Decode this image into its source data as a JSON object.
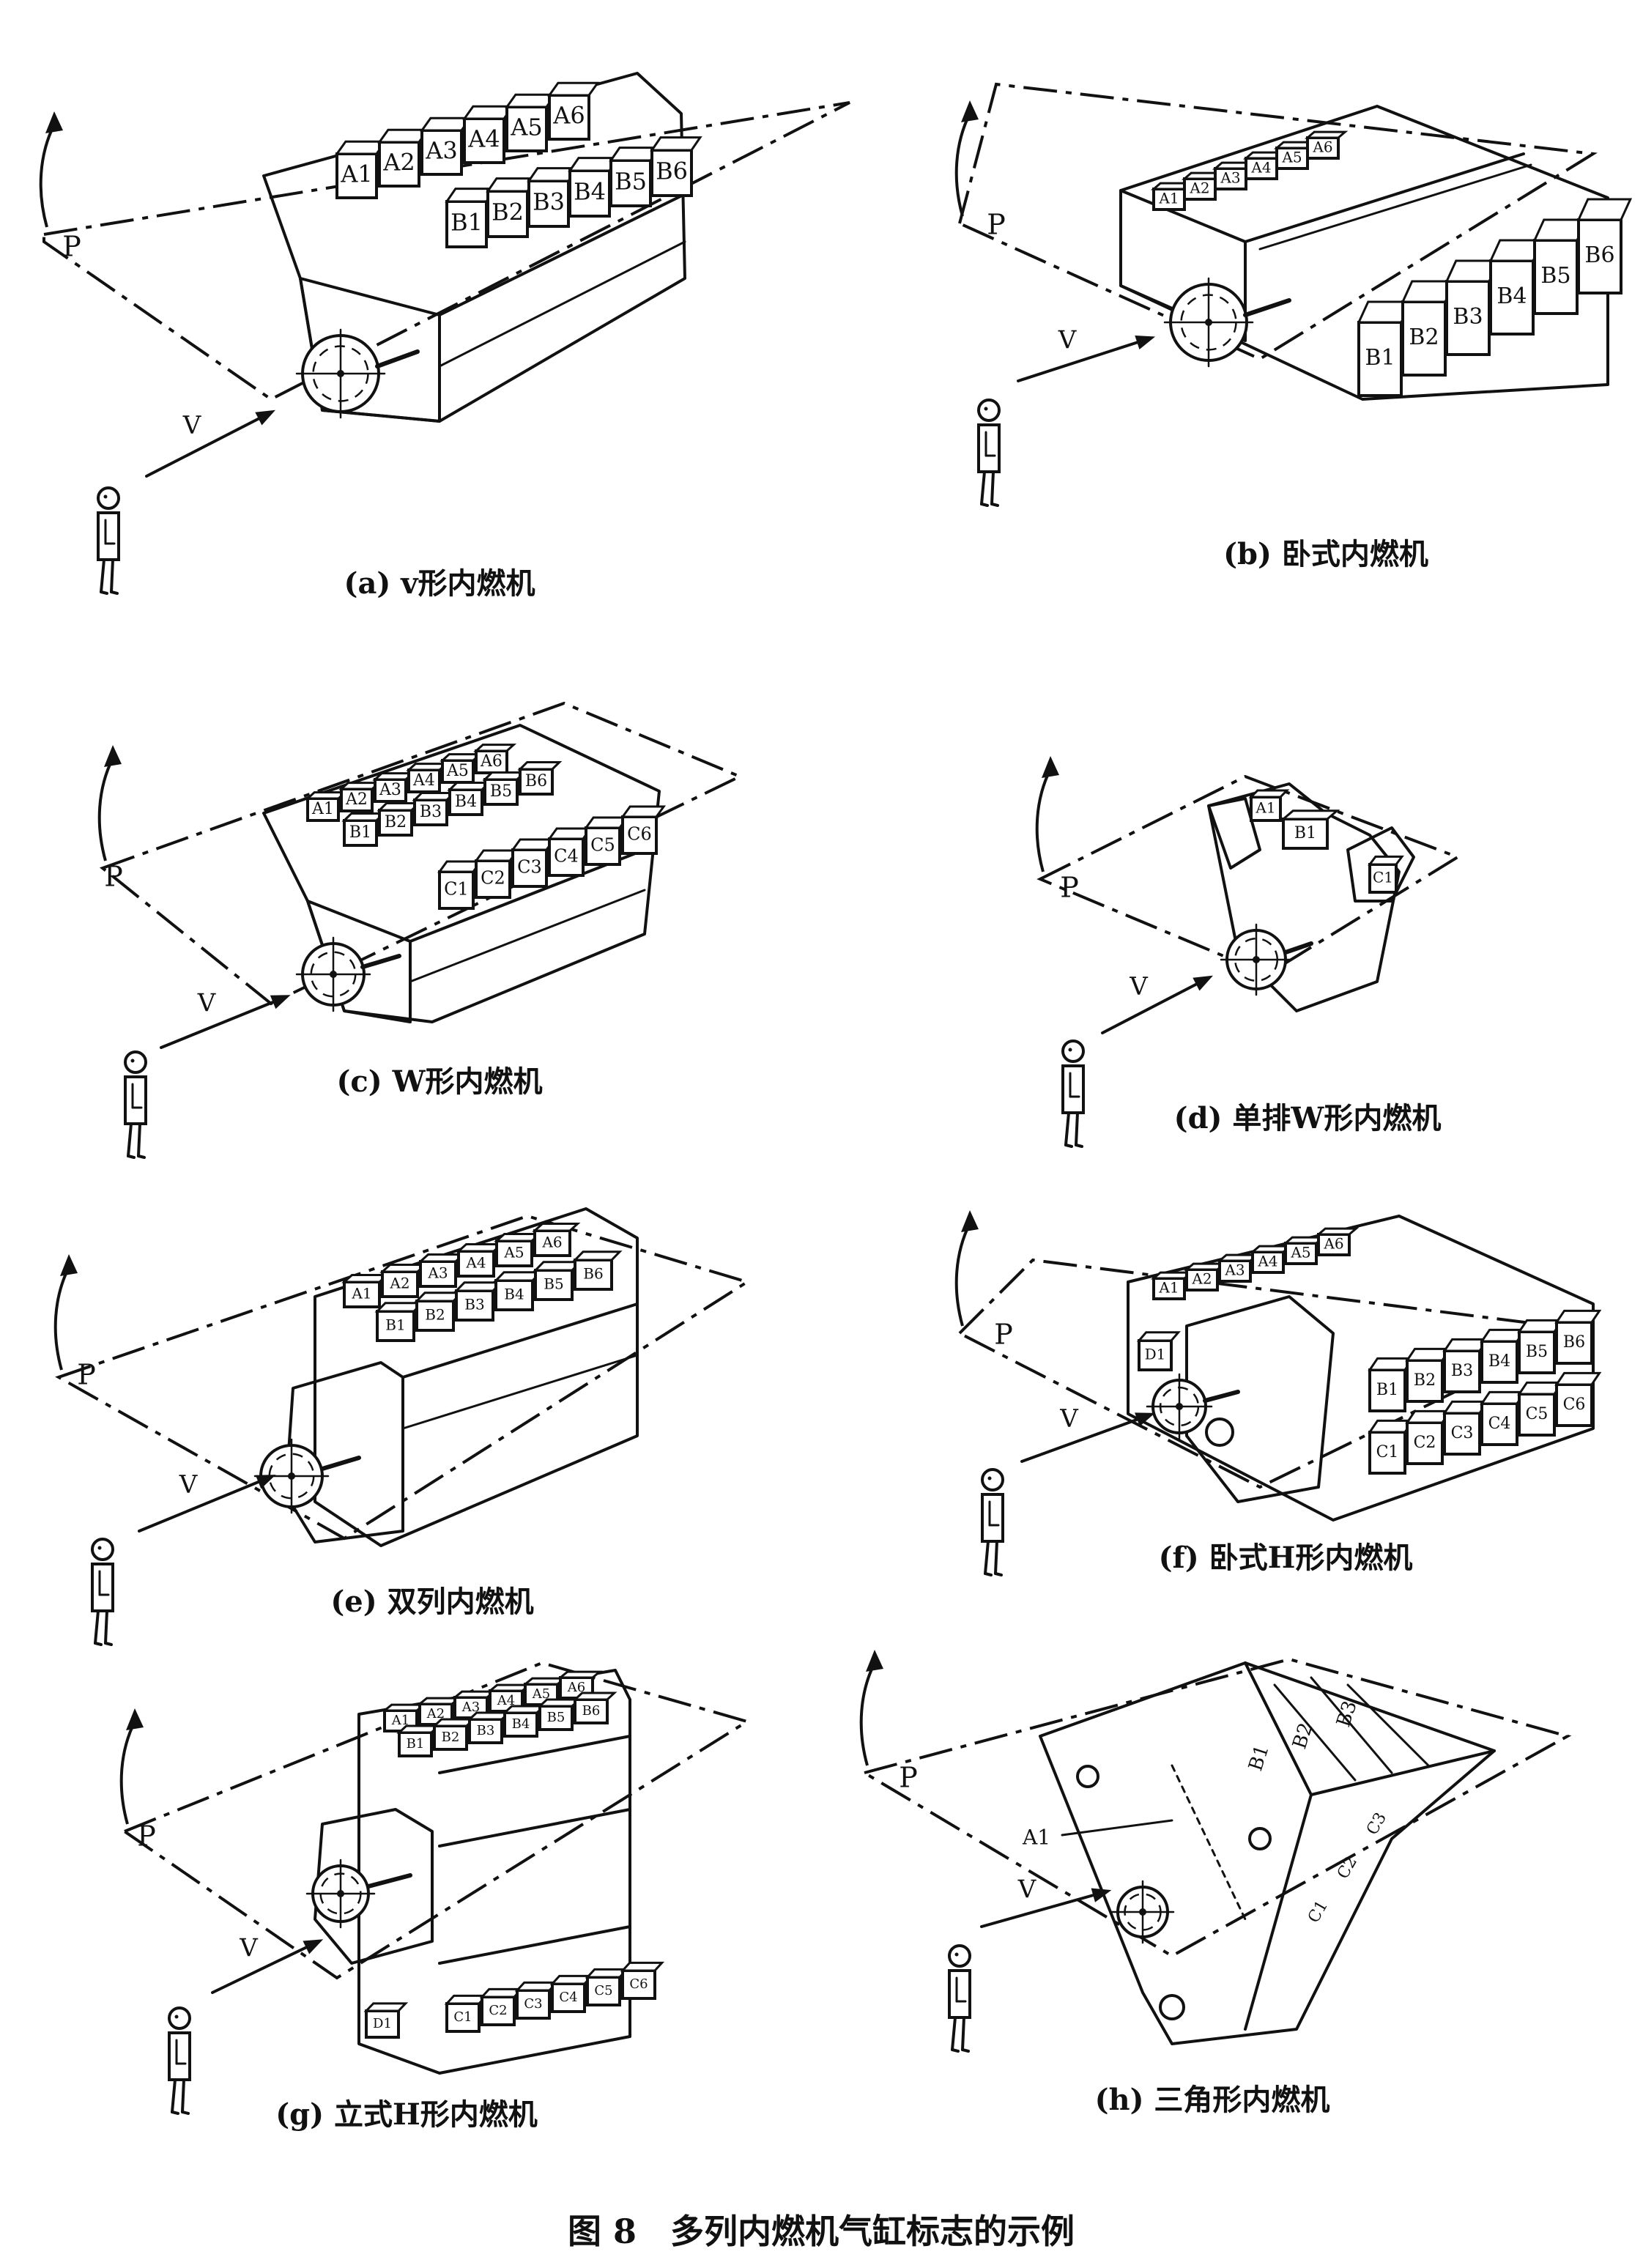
{
  "figure_title": "图 8　多列内燃机气缸标志的示例",
  "common": {
    "plane_label": "P",
    "view_label": "V"
  },
  "panels": [
    {
      "id": "a",
      "caption": "(a) v形内燃机",
      "rows": [
        [
          "A1",
          "A2",
          "A3",
          "A4",
          "A5",
          "A6"
        ],
        [
          "B1",
          "B2",
          "B3",
          "B4",
          "B5",
          "B6"
        ]
      ]
    },
    {
      "id": "b",
      "caption": "(b) 卧式内燃机",
      "rows": [
        [
          "A1",
          "A2",
          "A3",
          "A4",
          "A5",
          "A6"
        ],
        [
          "B1",
          "B2",
          "B3",
          "B4",
          "B5",
          "B6"
        ]
      ]
    },
    {
      "id": "c",
      "caption": "(c) W形内燃机",
      "rows": [
        [
          "A1",
          "A2",
          "A3",
          "A4",
          "A5",
          "A6"
        ],
        [
          "B1",
          "B2",
          "B3",
          "B4",
          "B5",
          "B6"
        ],
        [
          "C1",
          "C2",
          "C3",
          "C4",
          "C5",
          "C6"
        ]
      ]
    },
    {
      "id": "d",
      "caption": "(d) 单排W形内燃机",
      "rows": [
        [
          "A1"
        ],
        [
          "B1"
        ],
        [
          "C1"
        ]
      ]
    },
    {
      "id": "e",
      "caption": "(e) 双列内燃机",
      "rows": [
        [
          "A1",
          "A2",
          "A3",
          "A4",
          "A5",
          "A6"
        ],
        [
          "B1",
          "B2",
          "B3",
          "B4",
          "B5",
          "B6"
        ]
      ]
    },
    {
      "id": "f",
      "caption": "(f) 卧式H形内燃机",
      "rows": [
        [
          "A1",
          "A2",
          "A3",
          "A4",
          "A5",
          "A6"
        ],
        [
          "B1",
          "B2",
          "B3",
          "B4",
          "B5",
          "B6"
        ],
        [
          "C1",
          "C2",
          "C3",
          "C4",
          "C5",
          "C6"
        ],
        [
          "D1"
        ]
      ]
    },
    {
      "id": "g",
      "caption": "(g) 立式H形内燃机",
      "rows": [
        [
          "A1",
          "A2",
          "A3",
          "A4",
          "A5",
          "A6"
        ],
        [
          "B1",
          "B2",
          "B3",
          "B4",
          "B5",
          "B6"
        ],
        [
          "C1",
          "C2",
          "C3",
          "C4",
          "C5",
          "C6"
        ],
        [
          "D1"
        ]
      ]
    },
    {
      "id": "h",
      "caption": "(h) 三角形内燃机",
      "rows": [
        [
          "A1"
        ],
        [
          "B1",
          "B2",
          "B3"
        ],
        [
          "C1",
          "C2",
          "C3"
        ]
      ]
    }
  ]
}
